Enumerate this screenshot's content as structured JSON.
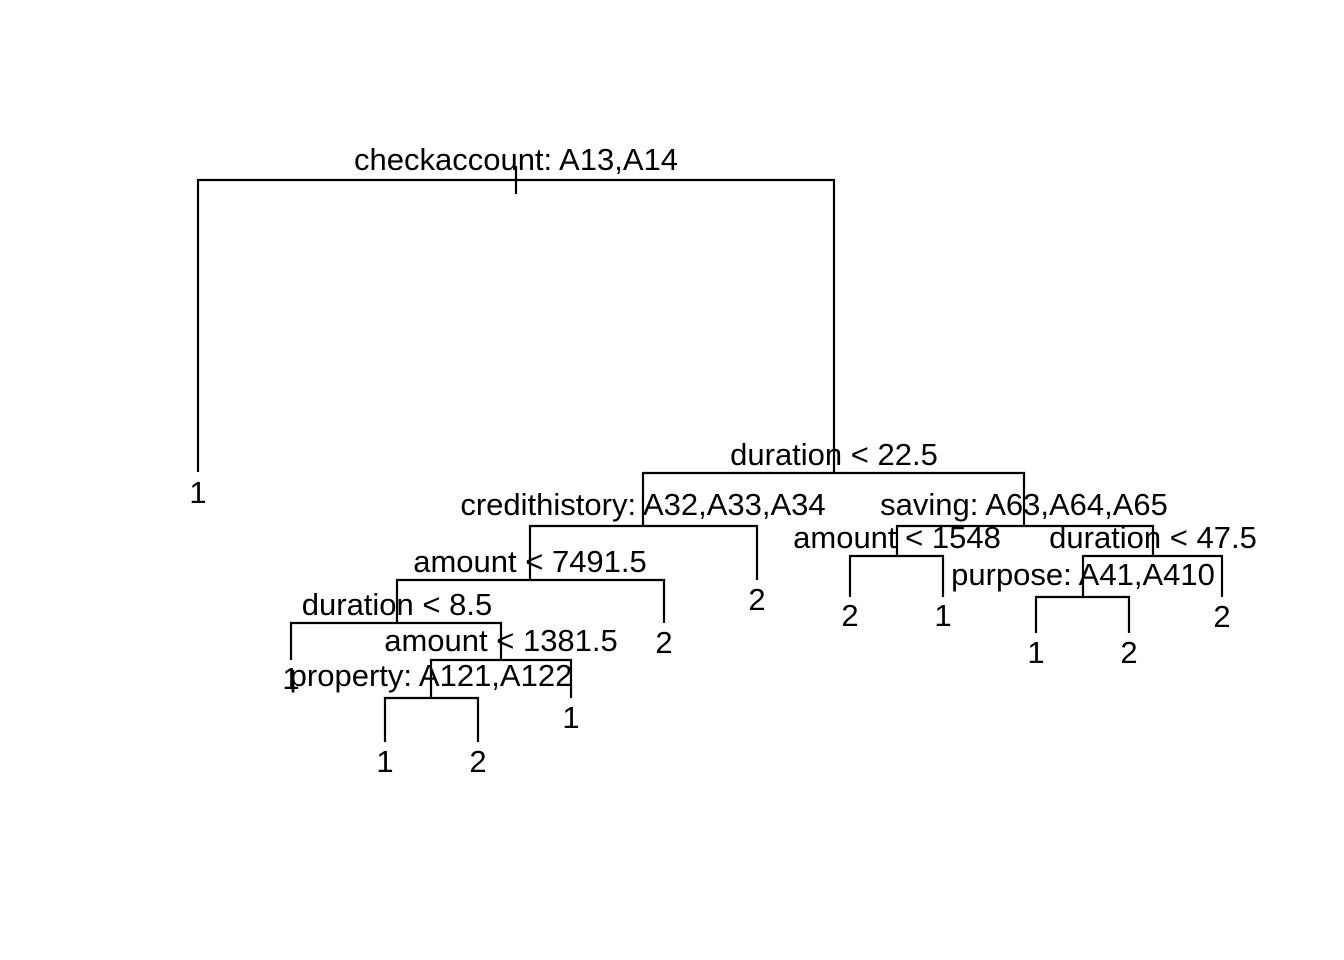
{
  "tree": {
    "line_color": "#000000",
    "background": "#ffffff",
    "splits": [
      {
        "id": "root",
        "label": "checkaccount: A13,A14"
      },
      {
        "id": "s1",
        "label": "duration < 22.5"
      },
      {
        "id": "s2",
        "label": "credithistory: A32,A33,A34"
      },
      {
        "id": "s3",
        "label": "amount < 7491.5"
      },
      {
        "id": "s4",
        "label": "duration < 8.5"
      },
      {
        "id": "s5",
        "label": "amount < 1381.5"
      },
      {
        "id": "s6",
        "label": "property: A121,A122"
      },
      {
        "id": "s7",
        "label": "saving: A63,A64,A65"
      },
      {
        "id": "s8",
        "label": "amount < 1548"
      },
      {
        "id": "s9",
        "label": "duration < 47.5"
      },
      {
        "id": "s10",
        "label": "purpose: A41,A410"
      }
    ],
    "leaves": [
      {
        "id": "l1",
        "label": "1"
      },
      {
        "id": "l2",
        "label": "1"
      },
      {
        "id": "l3",
        "label": "1"
      },
      {
        "id": "l4",
        "label": "2"
      },
      {
        "id": "l5",
        "label": "1"
      },
      {
        "id": "l6",
        "label": "2"
      },
      {
        "id": "l7",
        "label": "2"
      },
      {
        "id": "l8",
        "label": "2"
      },
      {
        "id": "l9",
        "label": "1"
      },
      {
        "id": "l10",
        "label": "1"
      },
      {
        "id": "l11",
        "label": "2"
      },
      {
        "id": "l12",
        "label": "2"
      }
    ]
  }
}
